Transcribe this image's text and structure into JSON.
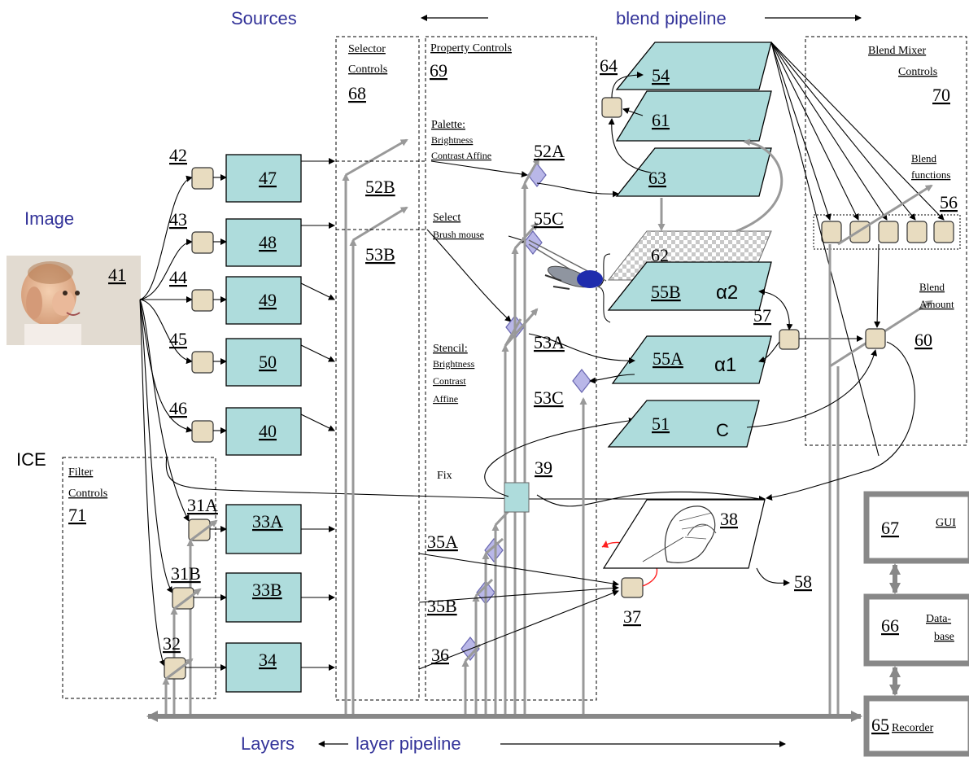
{
  "headers": {
    "sources": "Sources",
    "blend_pipeline": "blend pipeline",
    "image": "Image",
    "ice": "ICE",
    "layers": "Layers",
    "layer_pipeline": "layer pipeline"
  },
  "groups": {
    "selector_title1": "Selector",
    "selector_title2": "Controls",
    "selector_num": "68",
    "property_title": "Property Controls",
    "property_num": "69",
    "blend_title1": "Blend Mixer",
    "blend_title2": "Controls",
    "blend_num": "70",
    "filter_title1": "Filter",
    "filter_title2": "Controls",
    "filter_num": "71"
  },
  "property_labels": {
    "palette1": "Palette:",
    "palette2": "Brightness",
    "palette3": "Contrast Affine",
    "select1": "Select",
    "select2": "Brush mouse",
    "stencil1": "Stencil:",
    "stencil2": "Brightness",
    "stencil3": "Contrast",
    "stencil4": "Affine",
    "fix": "Fix"
  },
  "blend_labels": {
    "functions1": "Blend",
    "functions2": "functions",
    "amount1": "Blend",
    "amount2": "Amount"
  },
  "source_image_num": "41",
  "sources": [
    "47",
    "48",
    "49",
    "50",
    "40"
  ],
  "source_ctrls": [
    "42",
    "43",
    "44",
    "45",
    "46"
  ],
  "filters": [
    "33A",
    "33B",
    "34"
  ],
  "filter_ctrls": [
    "31A",
    "31B",
    "32"
  ],
  "refs": {
    "r52B": "52B",
    "r53B": "53B",
    "r52A": "52A",
    "r55C": "55C",
    "r53A": "53A",
    "r53C": "53C",
    "r39": "39",
    "r35A": "35A",
    "r35B": "35B",
    "r36": "36",
    "r37": "37",
    "r38": "38",
    "r58": "58",
    "r64": "64",
    "r57": "57",
    "r60": "60",
    "r56": "56"
  },
  "layers": {
    "l54": "54",
    "l61": "61",
    "l63": "63",
    "l62": "62",
    "l55B": "55B",
    "a2": "α2",
    "l55A": "55A",
    "a1": "α1",
    "l51": "51",
    "c": "C"
  },
  "system": [
    {
      "num": "67",
      "label": "GUI"
    },
    {
      "num": "66",
      "label": "Data-",
      "label2": "base"
    },
    {
      "num": "65",
      "label": "Recorder"
    }
  ]
}
